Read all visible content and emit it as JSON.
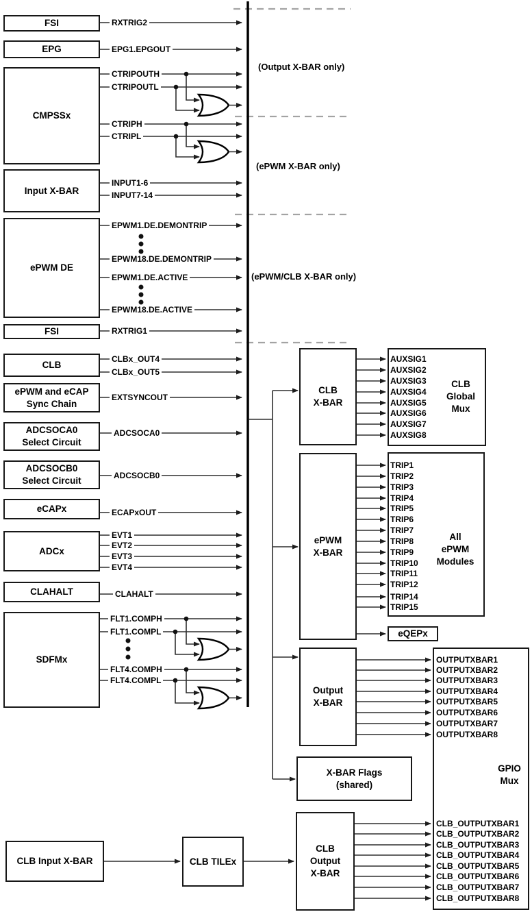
{
  "notes": {
    "output_xbar_only": "(Output X-BAR only)",
    "epwm_xbar_only": "(ePWM X-BAR only)",
    "epwm_clb_xbar_only": "(ePWM/CLB X-BAR only)"
  },
  "blocks": {
    "fsi_top": [
      "FSI"
    ],
    "epg": [
      "EPG"
    ],
    "cmpssx": [
      "CMPSSx"
    ],
    "input_xbar": [
      "Input X-BAR"
    ],
    "epwm_de": [
      "ePWM DE"
    ],
    "fsi_bottom": [
      "FSI"
    ],
    "clb": [
      "CLB"
    ],
    "sync_chain": [
      "ePWM and eCAP",
      "Sync Chain"
    ],
    "adcsoca0_select": [
      "ADCSOCA0",
      "Select Circuit"
    ],
    "adcsocb0_select": [
      "ADCSOCB0",
      "Select Circuit"
    ],
    "ecapx": [
      "eCAPx"
    ],
    "adcx": [
      "ADCx"
    ],
    "clahalt": [
      "CLAHALT"
    ],
    "sdfmx": [
      "SDFMx"
    ],
    "clb_input_xbar": [
      "CLB Input X-BAR"
    ],
    "clb_tilex": [
      "CLB TILEx"
    ],
    "clb_xbar": [
      "CLB",
      "X-BAR"
    ],
    "clb_global_mux": [
      "CLB",
      "Global",
      "Mux"
    ],
    "epwm_xbar": [
      "ePWM",
      "X-BAR"
    ],
    "all_epwm_modules": [
      "All",
      "ePWM",
      "Modules"
    ],
    "eqepx": [
      "eQEPx"
    ],
    "output_xbar": [
      "Output",
      "X-BAR"
    ],
    "gpio_mux": [
      "GPIO",
      "Mux"
    ],
    "xbar_flags": [
      "X-BAR Flags",
      "(shared)"
    ],
    "clb_output_xbar": [
      "CLB",
      "Output",
      "X-BAR"
    ]
  },
  "signals": {
    "rxtrig2": "RXTRIG2",
    "epg1_epgout": "EPG1.EPGOUT",
    "ctripouth": "CTRIPOUTH",
    "ctripoutl": "CTRIPOUTL",
    "ctriph": "CTRIPH",
    "ctripl": "CTRIPL",
    "input1_6": "INPUT1-6",
    "input7_14": "INPUT7-14",
    "epwm1_de_demontrip": "EPWM1.DE.DEMONTRIP",
    "epwm18_de_demontrip": "EPWM18.DE.DEMONTRIP",
    "epwm1_de_active": "EPWM1.DE.ACTIVE",
    "epwm18_de_active": "EPWM18.DE.ACTIVE",
    "rxtrig1": "RXTRIG1",
    "clbx_out4": "CLBx_OUT4",
    "clbx_out5": "CLBx_OUT5",
    "extsyncout": "EXTSYNCOUT",
    "adcsoca0": "ADCSOCA0",
    "adcsocb0": "ADCSOCB0",
    "ecapxout": "ECAPxOUT",
    "evt1": "EVT1",
    "evt2": "EVT2",
    "evt3": "EVT3",
    "evt4": "EVT4",
    "clahalt": "CLAHALT",
    "flt1_comph": "FLT1.COMPH",
    "flt1_compl": "FLT1.COMPL",
    "flt4_comph": "FLT4.COMPH",
    "flt4_compl": "FLT4.COMPL"
  },
  "ports": {
    "auxsig": [
      "AUXSIG1",
      "AUXSIG2",
      "AUXSIG3",
      "AUXSIG4",
      "AUXSIG5",
      "AUXSIG6",
      "AUXSIG7",
      "AUXSIG8"
    ],
    "trip": [
      "TRIP1",
      "TRIP2",
      "TRIP3",
      "TRIP4",
      "TRIP5",
      "TRIP6",
      "TRIP7",
      "TRIP8",
      "TRIP9",
      "TRIP10",
      "TRIP11",
      "TRIP12",
      "TRIP14",
      "TRIP15"
    ],
    "outputxbar": [
      "OUTPUTXBAR1",
      "OUTPUTXBAR2",
      "OUTPUTXBAR3",
      "OUTPUTXBAR4",
      "OUTPUTXBAR5",
      "OUTPUTXBAR6",
      "OUTPUTXBAR7",
      "OUTPUTXBAR8"
    ],
    "clb_outputxbar": [
      "CLB_OUTPUTXBAR1",
      "CLB_OUTPUTXBAR2",
      "CLB_OUTPUTXBAR3",
      "CLB_OUTPUTXBAR4",
      "CLB_OUTPUTXBAR5",
      "CLB_OUTPUTXBAR6",
      "CLB_OUTPUTXBAR7",
      "CLB_OUTPUTXBAR8"
    ]
  },
  "colors": {
    "line": "#2e2e2e",
    "bus": "#000000",
    "dashed": "#a3a3a3",
    "text": "#000000",
    "background": "#ffffff"
  }
}
